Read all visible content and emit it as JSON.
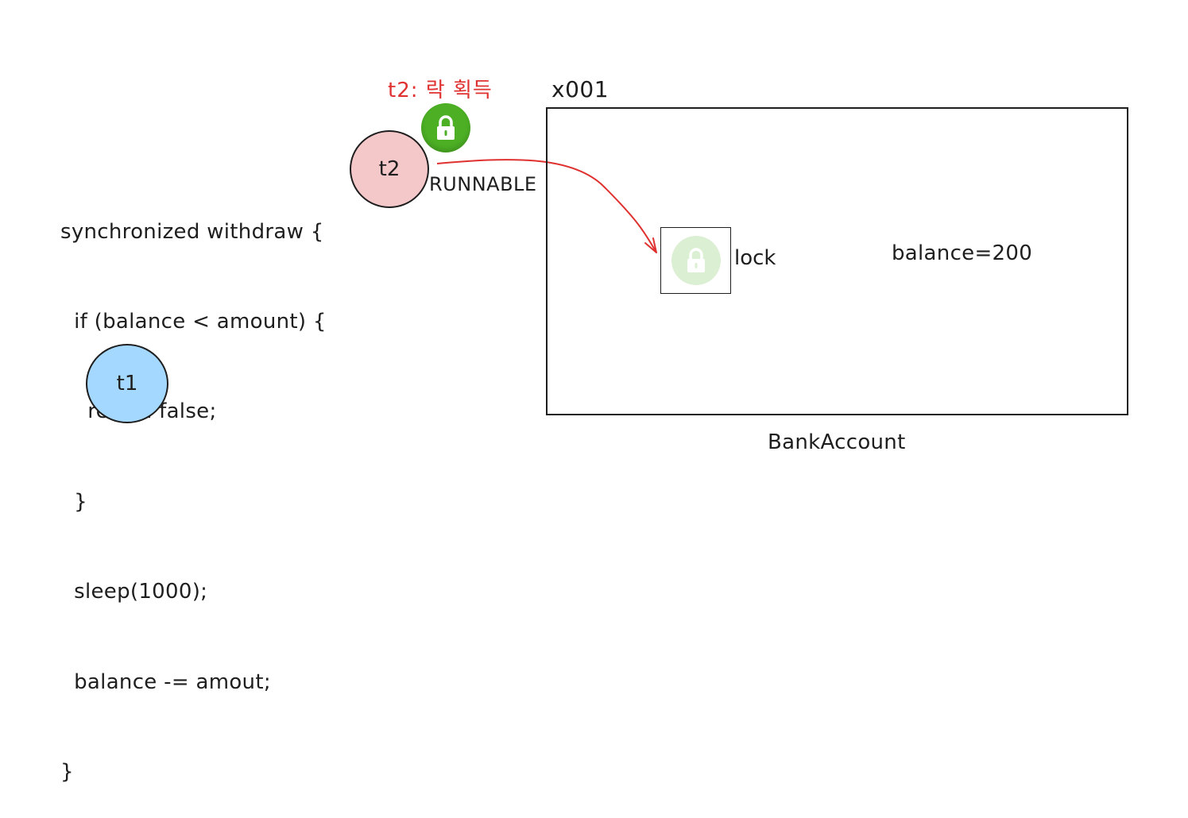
{
  "code": {
    "lines": [
      "synchronized withdraw {",
      "  if (balance < amount) {",
      "    return false;",
      "  }",
      "  sleep(1000);",
      "  balance -= amout;",
      "}"
    ]
  },
  "threads": {
    "t2": {
      "label": "t2",
      "color": "#f4c7c9"
    },
    "t1": {
      "label": "t1",
      "color": "#a5d8ff"
    }
  },
  "t2_status": "RUNNABLE",
  "lock_acquired_label": "t2: 락 획득",
  "object": {
    "address": "x001",
    "lock_label": "lock",
    "field": "balance=200",
    "class_name": "BankAccount"
  },
  "icons": {
    "acquired_lock": "lock-icon",
    "object_lock": "lock-icon"
  },
  "colors": {
    "acquired_accent": "#e03131",
    "lock_green": "#4caf24",
    "lock_faded": "#dbefd3"
  }
}
